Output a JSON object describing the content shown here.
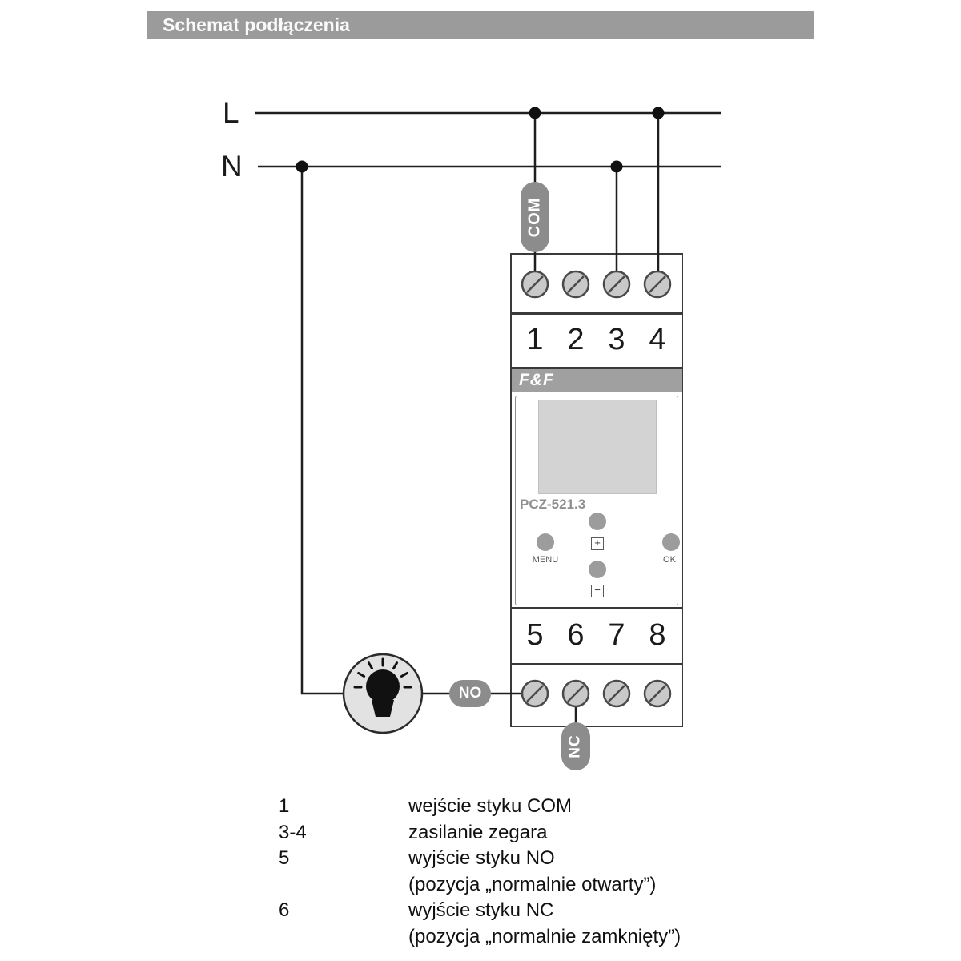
{
  "header": {
    "title": "Schemat podłączenia"
  },
  "wires": {
    "l_label": "L",
    "n_label": "N"
  },
  "pills": {
    "com": "COM",
    "no": "NO",
    "nc": "NC"
  },
  "device": {
    "brand": "F&F",
    "model": "PCZ-521.3",
    "terminals_top": [
      "1",
      "2",
      "3",
      "4"
    ],
    "terminals_bottom": [
      "5",
      "6",
      "7",
      "8"
    ],
    "buttons": {
      "menu": "MENU",
      "plus": "+",
      "minus": "−",
      "ok": "OK"
    }
  },
  "legend": {
    "rows": [
      {
        "num": "1",
        "text": "wejście styku COM"
      },
      {
        "num": "3-4",
        "text": "zasilanie zegara"
      },
      {
        "num": "5",
        "text": "wyjście styku NO"
      },
      {
        "num": "",
        "text": "(pozycja „normalnie otwarty”)"
      },
      {
        "num": "6",
        "text": "wyjście styku NC"
      },
      {
        "num": "",
        "text": "(pozycja „normalnie zamknięty”)"
      }
    ]
  },
  "colors": {
    "pill_gray": "#8c8c8c",
    "stripe_gray": "#a0a0a0",
    "header_gray": "#9b9b9b"
  }
}
